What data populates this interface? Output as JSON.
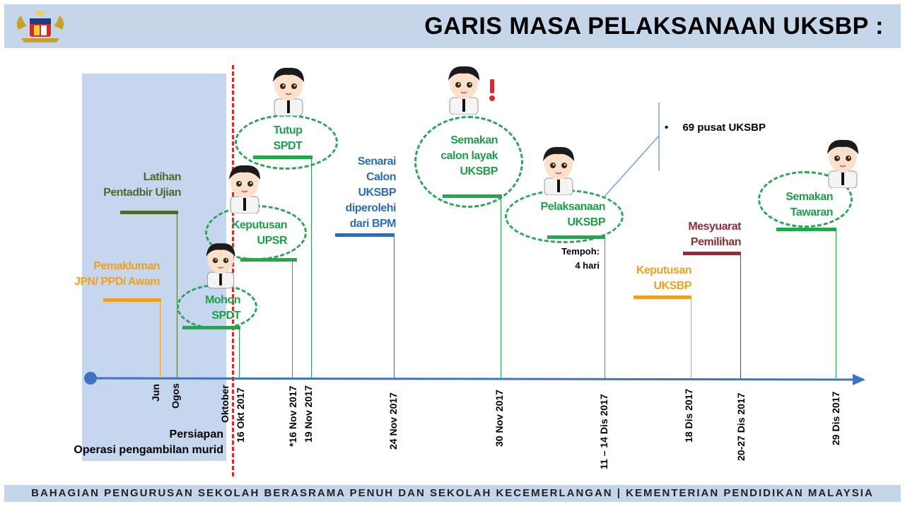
{
  "header": {
    "title": "GARIS MASA PELAKSANAAN UKSBP :"
  },
  "footer": {
    "text": "BAHAGIAN PENGURUSAN SEKOLAH BERASRAMA PENUH DAN SEKOLAH KECEMERLANGAN | KEMENTERIAN PENDIDIKAN MALAYSIA"
  },
  "prep": {
    "line1": "Persiapan",
    "line2": "Operasi pengambilan murid"
  },
  "dates": {
    "jun": "Jun",
    "ogos": "Ogos",
    "oktober": "Oktober",
    "d16okt": "16 Okt 2017",
    "d16nov": "*16 Nov 2017",
    "d19nov": "19 Nov 2017",
    "d24nov": "24 Nov 2017",
    "d30nov": "30 Nov 2017",
    "d11dis": "11 – 14 Dis 2017",
    "d18dis": "18 Dis 2017",
    "d20dis": "20-27 Dis 2017",
    "d29dis": "29 Dis 2017"
  },
  "events": {
    "pemakluman": {
      "line1": "Pemakluman",
      "line2": "JPN/ PPD/ Awam",
      "color": "#f0a020"
    },
    "latihan": {
      "line1": "Latihan",
      "line2": "Pentadbir Ujian",
      "color": "#4e6b2e"
    },
    "mohon": {
      "line1": "Mohon",
      "line2": "SPDT",
      "color": "#1f9e4a"
    },
    "keputusan_upsr": {
      "line1": "Keputusan",
      "line2": "UPSR",
      "color": "#1f9e4a"
    },
    "tutup": {
      "line1": "Tutup",
      "line2": "SPDT",
      "color": "#1f9e4a"
    },
    "senarai": {
      "line1": "Senarai",
      "line2": "Calon",
      "line3": "UKSBP",
      "line4": "diperolehi",
      "line5": "dari BPM",
      "color": "#2c6db5"
    },
    "semakan_calon": {
      "line1": "Semakan",
      "line2": "calon layak",
      "line3": "UKSBP",
      "color": "#1f9e4a"
    },
    "pelaksanaan": {
      "line1": "Pelaksanaan",
      "line2": "UKSBP",
      "color": "#1f9e4a",
      "note1": "Tempoh:",
      "note2": "4 hari"
    },
    "keputusan_uksbp": {
      "line1": "Keputusan",
      "line2": "UKSBP",
      "color": "#f0a020"
    },
    "mesyuarat": {
      "line1": "Mesyuarat",
      "line2": "Pemilihan",
      "color": "#8b3038"
    },
    "semakan_tawaran": {
      "line1": "Semakan",
      "line2": "Tawaran",
      "color": "#1f9e4a"
    }
  },
  "callout": {
    "bullet": "•",
    "text": "69 pusat UKSBP"
  },
  "colors": {
    "axis": "#3f73c4",
    "divider": "#e0282a",
    "prep_bg": "#c5d6ee",
    "header_bg": "#c6d6ea"
  }
}
